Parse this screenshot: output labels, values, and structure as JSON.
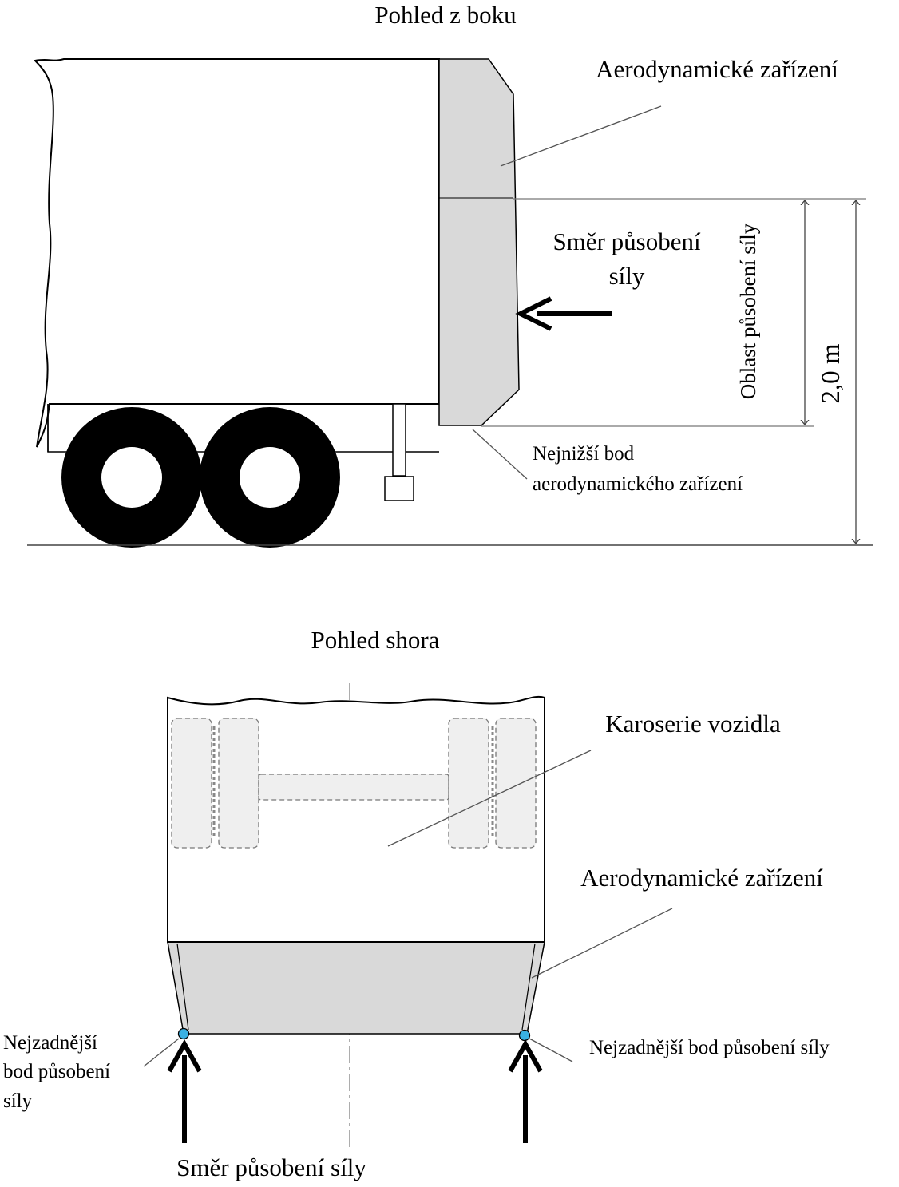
{
  "side_view": {
    "title": "Pohled z boku",
    "aero_device_label": "Aerodynamické zařízení",
    "force_direction_line1": "Směr působení",
    "force_direction_line2": "síly",
    "force_area_label": "Oblast působení síly",
    "height_label": "2,0 m",
    "lowest_point_line1": "Nejnižší bod",
    "lowest_point_line2": "aerodynamického zařízení"
  },
  "top_view": {
    "title": "Pohled shora",
    "body_label": "Karoserie vozidla",
    "aero_device_label": "Aerodynamické zařízení",
    "rearmost_left_line1": "Nejzadnější",
    "rearmost_left_line2": "bod působení",
    "rearmost_left_line3": "síly",
    "rearmost_right": "Nejzadnější bod působení síly",
    "force_direction": "Směr působení síly"
  },
  "colors": {
    "device_fill": "#d9d9d9",
    "wheel_ghost_fill": "#efefef",
    "point_marker": "#3ab0e2",
    "line": "#000000",
    "leader": "#444444"
  }
}
